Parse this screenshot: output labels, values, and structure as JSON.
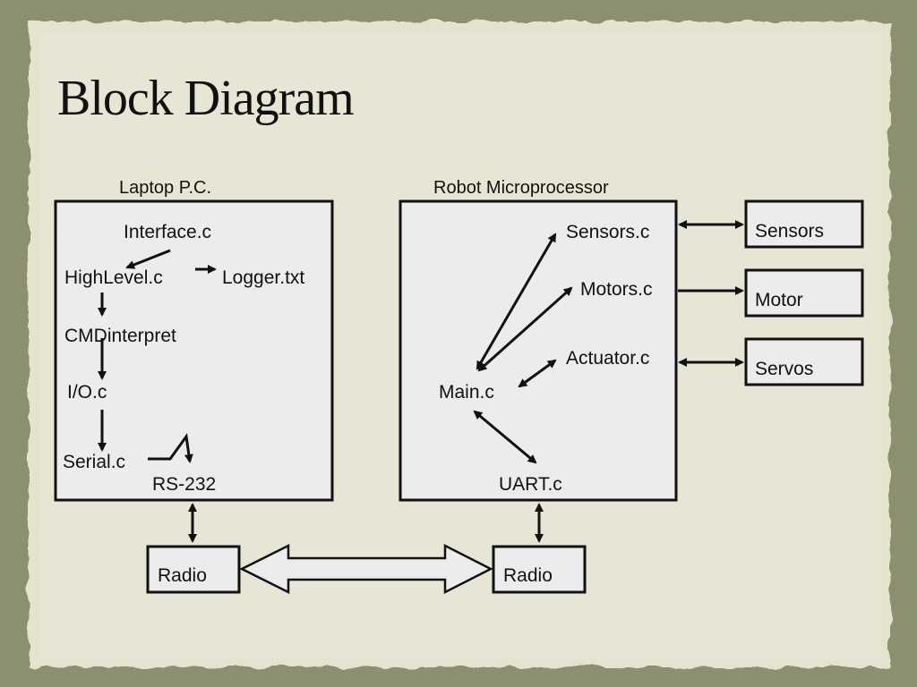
{
  "slide": {
    "title": "Block Diagram"
  },
  "laptop": {
    "heading": "Laptop P.C.",
    "items": {
      "interface": "Interface.c",
      "highlevel": "HighLevel.c",
      "logger": "Logger.txt",
      "cmd": "CMDinterpret",
      "io": "I/O.c",
      "serial": "Serial.c",
      "rs232": "RS-232"
    }
  },
  "robot": {
    "heading": "Robot Microprocessor",
    "items": {
      "sensors_c": "Sensors.c",
      "motors_c": "Motors.c",
      "actuator_c": "Actuator.c",
      "main_c": "Main.c",
      "uart_c": "UART.c"
    }
  },
  "peripherals": {
    "sensors": "Sensors",
    "motor": "Motor",
    "servos": "Servos"
  },
  "radios": {
    "left": "Radio",
    "right": "Radio"
  },
  "colors": {
    "paper": "#e6e5d3",
    "border": "#8c9070",
    "box_fill": "#ececec",
    "ink": "#111111"
  }
}
